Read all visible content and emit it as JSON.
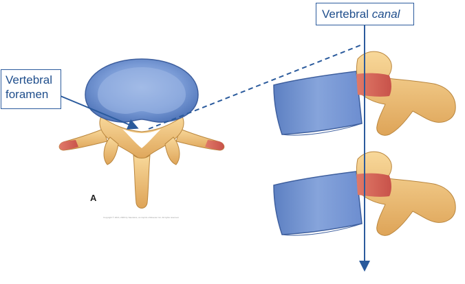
{
  "labels": {
    "vertebral_foramen": {
      "line1": "Vertebral",
      "line2": "foramen"
    },
    "vertebral_canal": {
      "word": "Vertebral",
      "emphasis": "canal"
    }
  },
  "figure_letter": "A",
  "copyright": "Copyright © 2016, 2006 by Saunders, an imprint of Elsevier Inc. All rights reserved.",
  "colors": {
    "accent": "#1f4e8c",
    "body": "#7a9bd6",
    "body_dark": "#4f74b8",
    "process": "#f0c47a",
    "process_dark": "#c9903f",
    "pedicle": "#d9685c"
  }
}
